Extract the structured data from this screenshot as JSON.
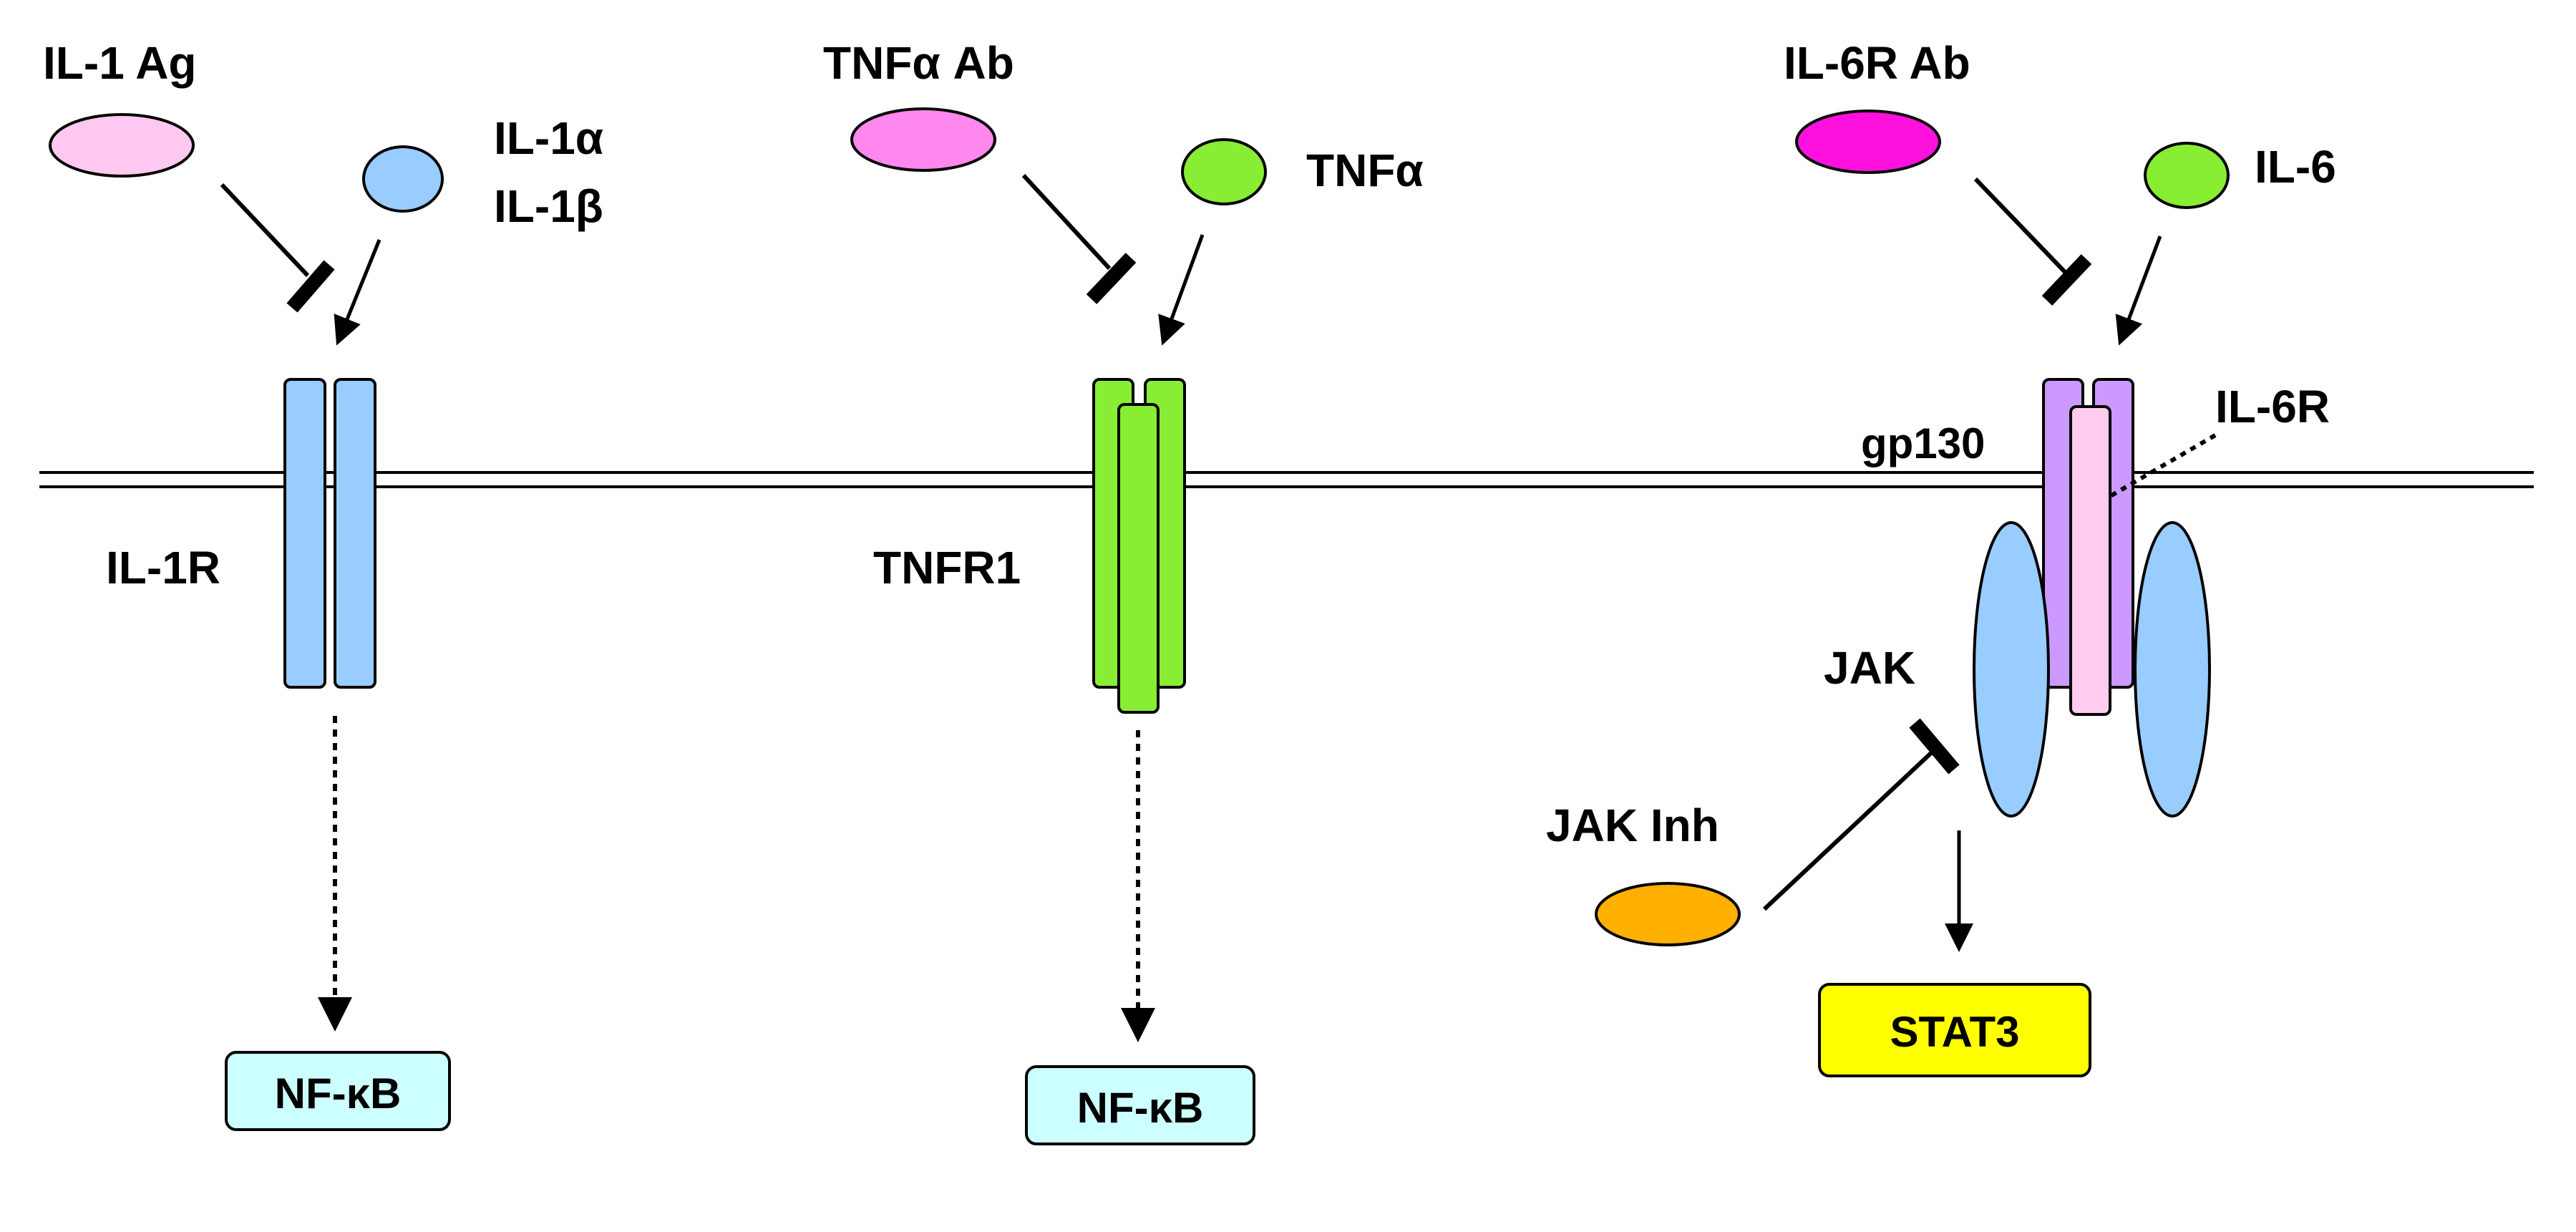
{
  "pathways": [
    {
      "inhibitor": "IL-1 Ag",
      "ligand_lines": [
        "IL-1α",
        "IL-1β"
      ],
      "receptor": "IL-1R",
      "output": "NF-κB"
    },
    {
      "inhibitor": "TNFα Ab",
      "ligand_lines": [
        "TNFα"
      ],
      "receptor": "TNFR1",
      "output": "NF-κB"
    },
    {
      "inhibitor": "IL-6R Ab",
      "ligand_lines": [
        "IL-6"
      ],
      "receptor_parts": [
        "gp130",
        "IL-6R"
      ],
      "kinase": "JAK",
      "kinase_inhibitor": "JAK Inh",
      "output": "STAT3"
    }
  ],
  "colors": {
    "il1_ag": "#FFC8F0",
    "il1_ligand": "#99CCFF",
    "il1r": "#99CCFF",
    "tnf_ab": "#FF88EE",
    "tnf_ligand": "#88EE33",
    "tnfr1": "#88EE33",
    "il6r_ab": "#FF11DD",
    "il6_ligand": "#88EE33",
    "gp130": "#CC99FF",
    "il6r": "#FFCCEE",
    "jak": "#99CCFF",
    "jak_inh": "#FFB000",
    "nfkb_box": "#CCFFFF",
    "stat3_box": "#FFFF00",
    "membrane": "#000000"
  }
}
